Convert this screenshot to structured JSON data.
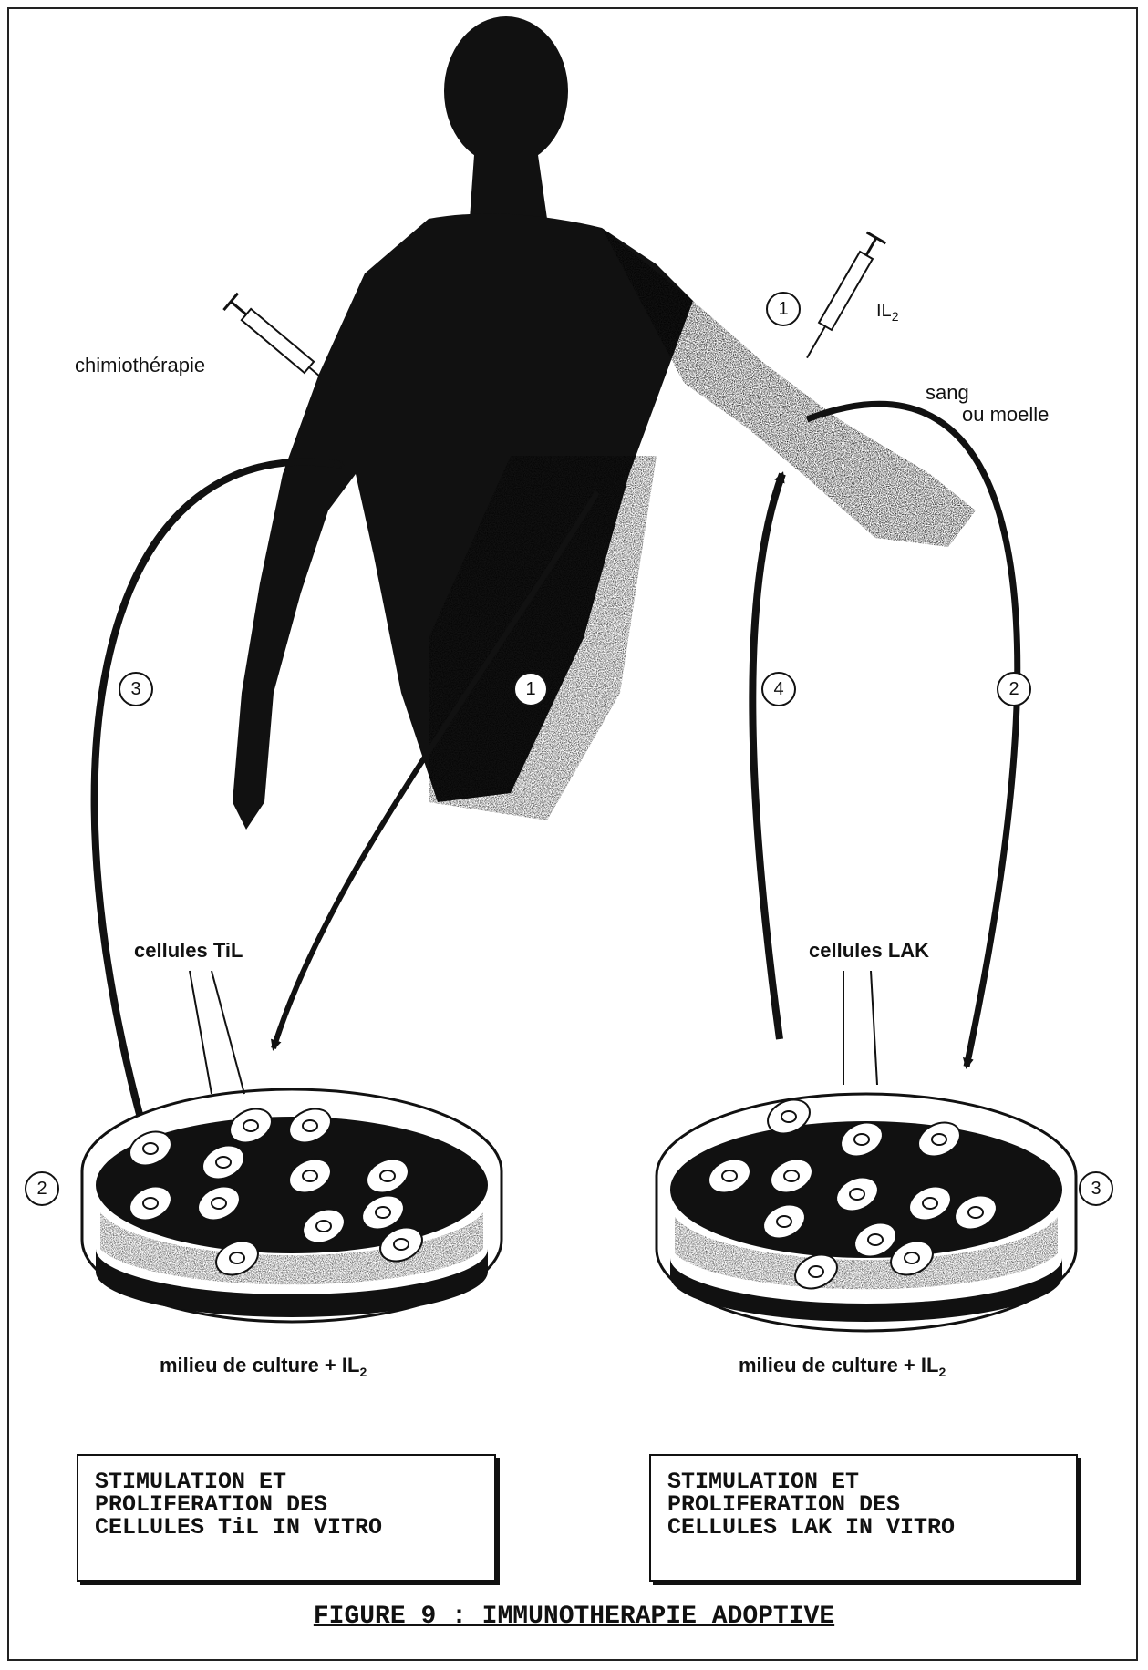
{
  "labels": {
    "chemo": "chimiothérapie",
    "il2": "IL",
    "il2_sub": "2",
    "sang": "sang",
    "moelle": "ou moelle",
    "cells_left": "cellules TiL",
    "cells_right": "cellules LAK",
    "medium_left": "milieu de culture + IL",
    "medium_right": "milieu de culture + IL",
    "medium_sub": "2"
  },
  "steps": {
    "left_top_arrow": "3",
    "left_dish": "2",
    "center_arrow": "1",
    "syringe": "1",
    "right_up_arrow": "4",
    "right_down_arrow": "2",
    "right_dish": "3"
  },
  "boxes": {
    "left": "STIMULATION ET\nPROLIFERATION DES\nCELLULES TiL IN VITRO",
    "right": "STIMULATION ET\nPROLIFERATION DES\nCELLULES LAK IN VITRO"
  },
  "caption": "FIGURE 9 : IMMUNOTHERAPIE ADOPTIVE",
  "colors": {
    "ink": "#111111",
    "paper": "#ffffff"
  }
}
